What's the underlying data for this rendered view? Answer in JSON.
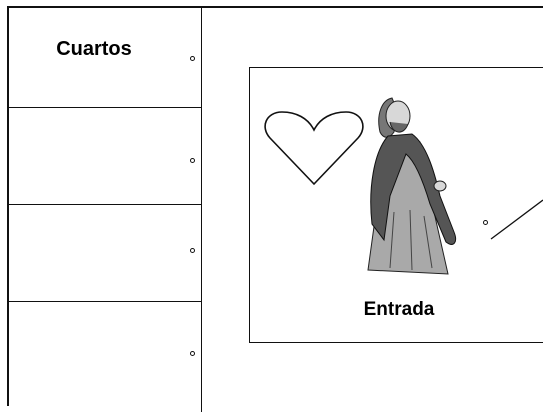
{
  "left_column": {
    "cells": [
      {
        "label": "Cuartos"
      },
      {
        "label": ""
      },
      {
        "label": ""
      },
      {
        "label": ""
      }
    ]
  },
  "card": {
    "title": "Entrada",
    "icons": [
      "heart-outline-icon",
      "robed-figure-illustration"
    ]
  },
  "connector": {
    "icon": "connector-line-icon"
  }
}
